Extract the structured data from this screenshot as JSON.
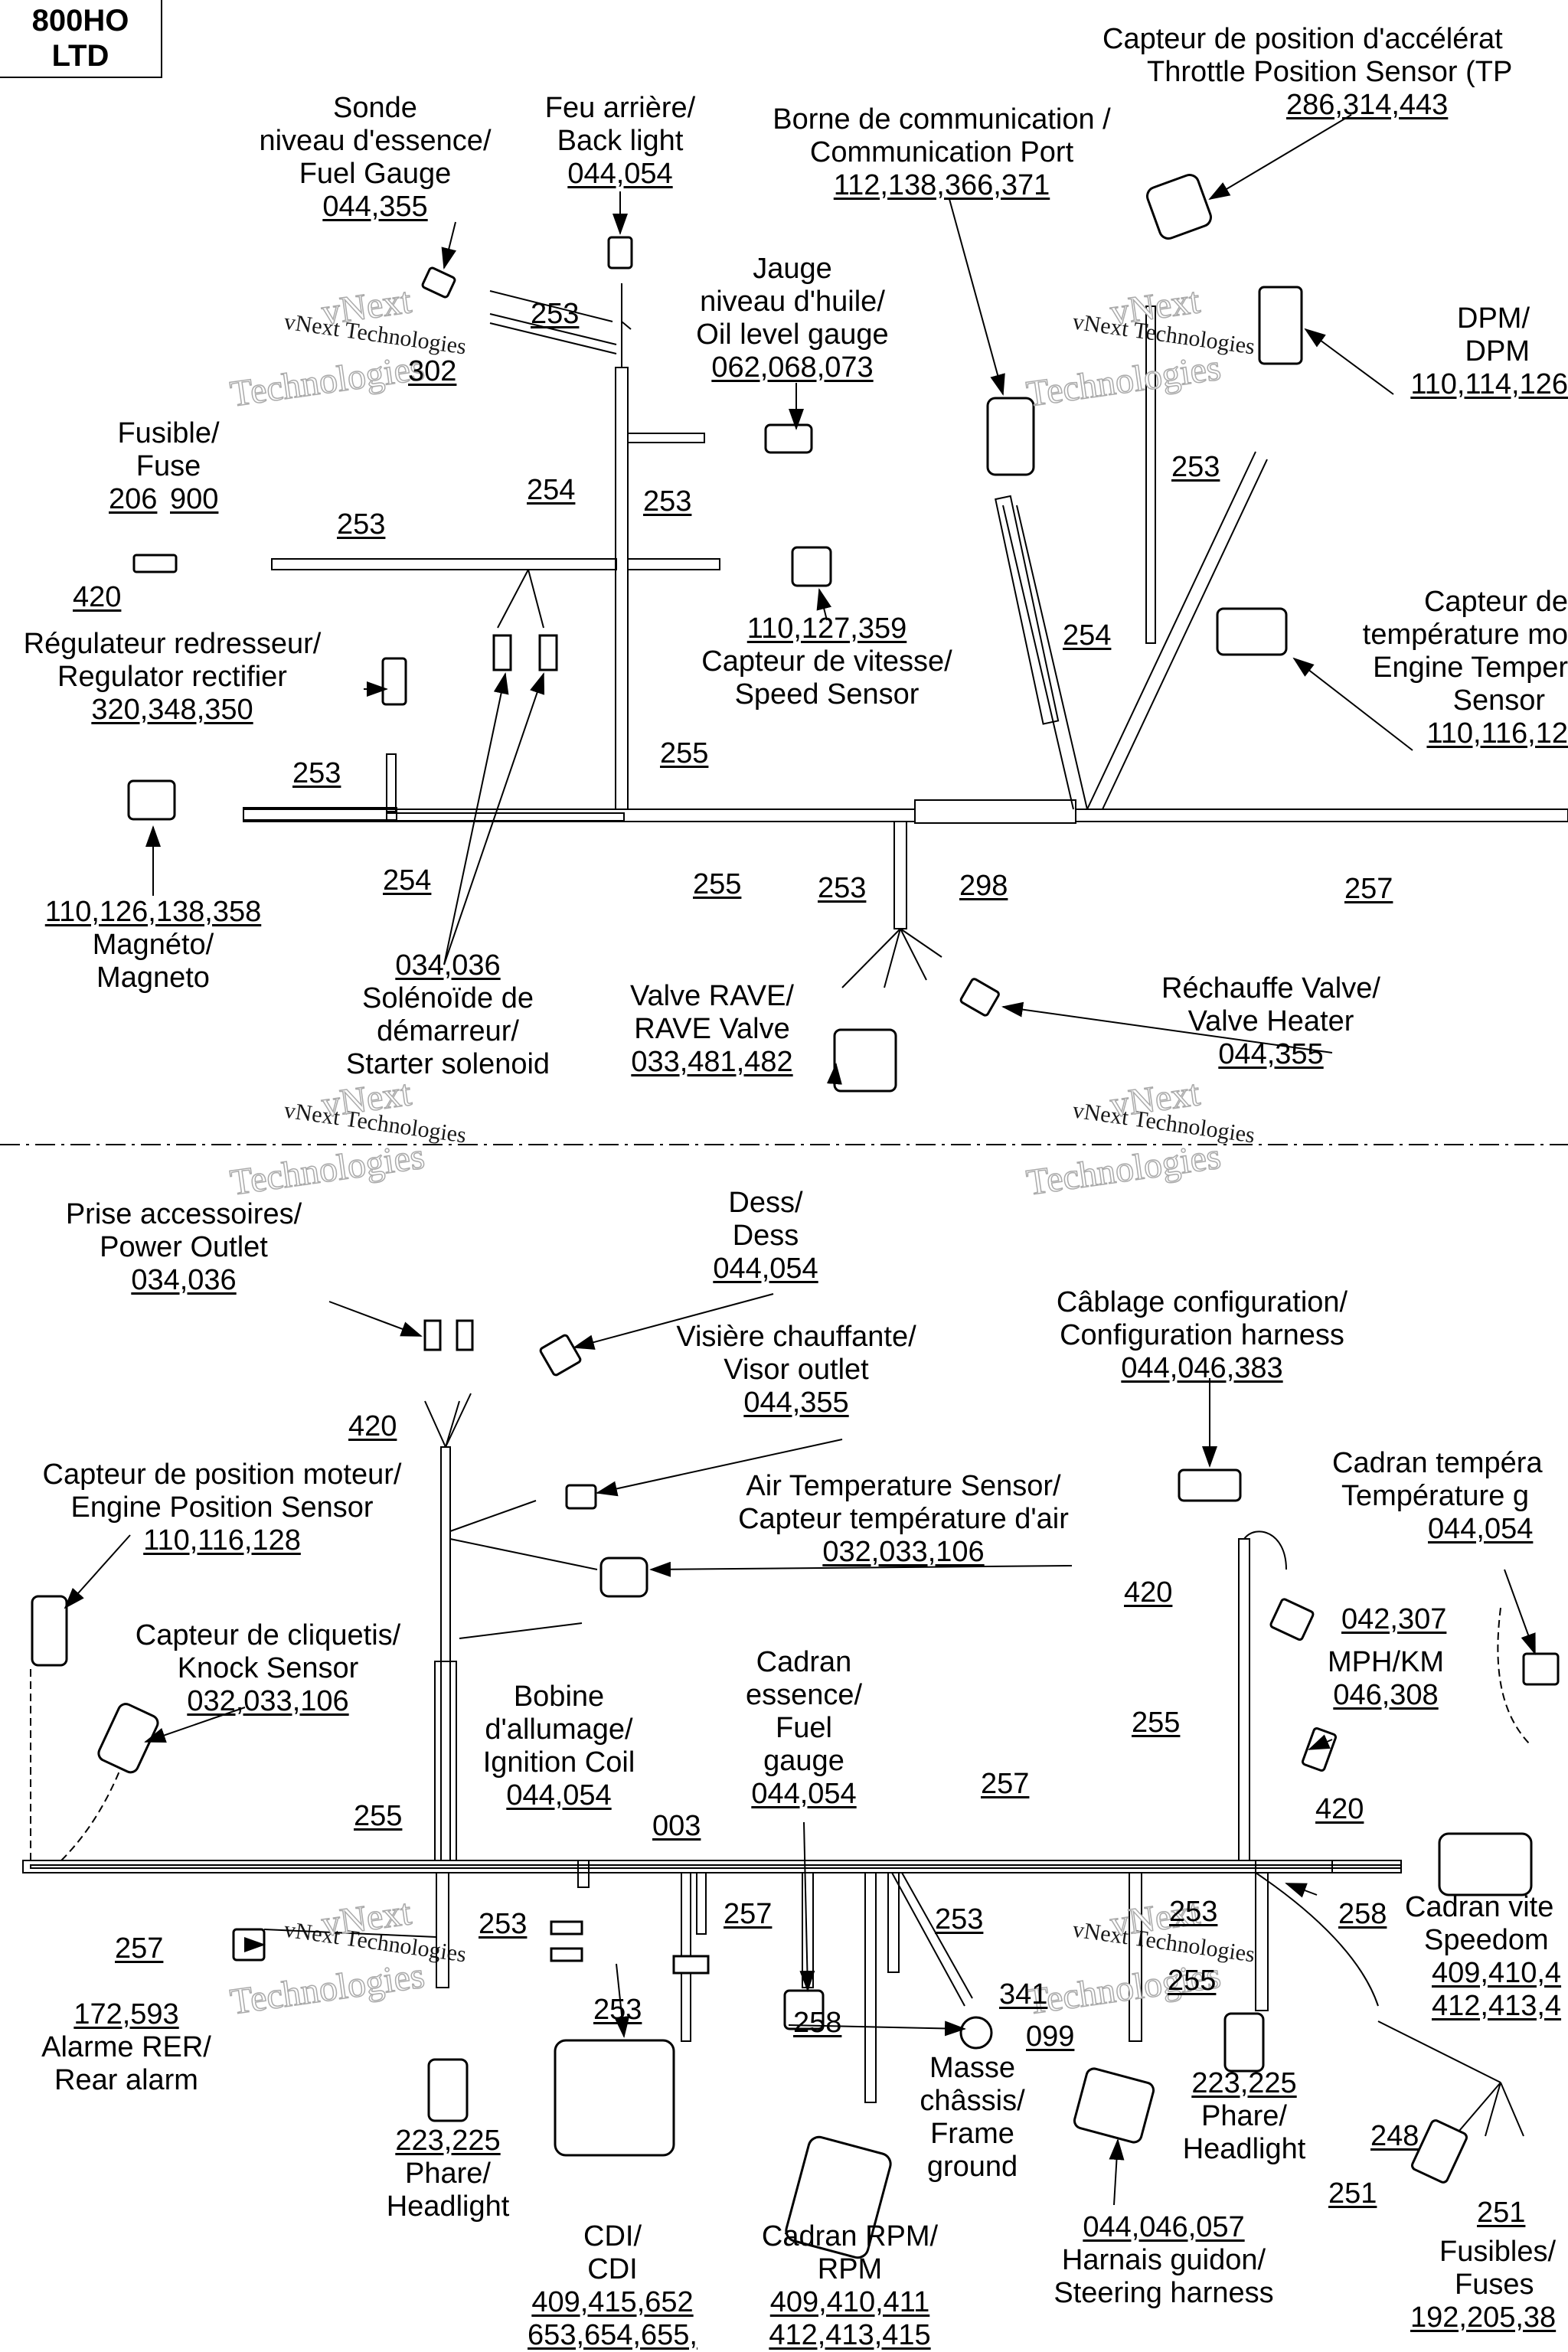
{
  "model": [
    "800HO",
    "LTD"
  ],
  "watermark": {
    "line1": "vNext Technologies",
    "line2a": "vNext",
    "line2b": "Technologies"
  },
  "connectors": [
    {
      "id": "fuel-gauge-sensor",
      "lines": [
        "Sonde",
        "niveau d'essence/",
        "Fuel Gauge"
      ],
      "code": "044,355"
    },
    {
      "id": "back-light",
      "lines": [
        "Feu arrière/",
        "Back light"
      ],
      "code": "044,054"
    },
    {
      "id": "communication-port",
      "lines": [
        "Borne de communication /",
        "Communication Port"
      ],
      "code": "112,138,366,371"
    },
    {
      "id": "throttle-position-sensor",
      "lines": [
        "Capteur de position d'accélérat",
        "Throttle Position Sensor (TP"
      ],
      "code": "286,314,443"
    },
    {
      "id": "oil-level-gauge",
      "lines": [
        "Jauge",
        "niveau d'huile/",
        "Oil level gauge"
      ],
      "code": "062,068,073"
    },
    {
      "id": "dpm",
      "lines": [
        "DPM/",
        "DPM"
      ],
      "code": "110,114,126"
    },
    {
      "id": "fuse",
      "lines": [
        "Fusible/",
        "Fuse"
      ],
      "code": ""
    },
    {
      "id": "speed-sensor",
      "lines": [
        "Capteur de vitesse/",
        "Speed Sensor"
      ],
      "code": "110,127,359"
    },
    {
      "id": "engine-temp-sensor",
      "lines": [
        "Capteur de",
        "température mo",
        "Engine Temper",
        "Sensor"
      ],
      "code": "110,116,12"
    },
    {
      "id": "regulator-rectifier",
      "lines": [
        "Régulateur redresseur/",
        "Regulator rectifier"
      ],
      "code": "320,348,350"
    },
    {
      "id": "magneto",
      "lines": [
        "Magnéto/",
        "Magneto"
      ],
      "code": "110,126,138,358"
    },
    {
      "id": "starter-solenoid",
      "lines": [
        "Solénoïde de",
        "démarreur/",
        "Starter solenoid"
      ],
      "code": "034,036"
    },
    {
      "id": "rave-valve",
      "lines": [
        "Valve RAVE/",
        "RAVE Valve"
      ],
      "code": "033,481,482"
    },
    {
      "id": "valve-heater",
      "lines": [
        "Réchauffe Valve/",
        "Valve Heater"
      ],
      "code": "044,355"
    },
    {
      "id": "power-outlet",
      "lines": [
        "Prise accessoires/",
        "Power Outlet"
      ],
      "code": "034,036"
    },
    {
      "id": "dess",
      "lines": [
        "Dess/",
        "Dess"
      ],
      "code": "044,054"
    },
    {
      "id": "visor-outlet",
      "lines": [
        "Visière chauffante/",
        "Visor outlet"
      ],
      "code": "044,355"
    },
    {
      "id": "configuration-harness",
      "lines": [
        "Câblage configuration/",
        "Configuration harness"
      ],
      "code": "044,046,383"
    },
    {
      "id": "engine-position-sensor",
      "lines": [
        "Capteur de position moteur/",
        "Engine Position Sensor"
      ],
      "code": "110,116,128"
    },
    {
      "id": "air-temp-sensor",
      "lines": [
        "Air Temperature Sensor/",
        "Capteur température d'air"
      ],
      "code": "032,033,106"
    },
    {
      "id": "temp-gauge",
      "lines": [
        "Cadran tempéra",
        "Température g"
      ],
      "code": "044,054"
    },
    {
      "id": "knock-sensor",
      "lines": [
        "Capteur de cliquetis/",
        "Knock Sensor"
      ],
      "code": "032,033,106"
    },
    {
      "id": "mph-km",
      "lines": [
        "MPH/KM"
      ],
      "code": "046,308"
    },
    {
      "id": "ignition-coil",
      "lines": [
        "Bobine",
        "d'allumage/",
        "Ignition Coil"
      ],
      "code": "044,054"
    },
    {
      "id": "fuel-gauge-dial",
      "lines": [
        "Cadran",
        "essence/",
        "Fuel",
        "gauge"
      ],
      "code": "044,054"
    },
    {
      "id": "speedometer",
      "lines": [
        "Cadran vite",
        "Speedom"
      ],
      "code": "409,410,4",
      "code2": "412,413,4"
    },
    {
      "id": "rear-alarm",
      "lines": [
        "Alarme RER/",
        "Rear alarm"
      ],
      "code": "172,593"
    },
    {
      "id": "frame-ground",
      "lines": [
        "Masse",
        "châssis/",
        "Frame",
        "ground"
      ],
      "code": ""
    },
    {
      "id": "headlight-left",
      "lines": [
        "Phare/",
        "Headlight"
      ],
      "code": "223,225"
    },
    {
      "id": "headlight-right",
      "lines": [
        "Phare/",
        "Headlight"
      ],
      "code": "223,225"
    },
    {
      "id": "cdi",
      "lines": [
        "CDI/",
        "CDI"
      ],
      "code": "409,415,652",
      "code2": "653,654,655,"
    },
    {
      "id": "rpm-gauge",
      "lines": [
        "Cadran RPM/",
        "RPM"
      ],
      "code": "409,410,411",
      "code2": "412,413,415"
    },
    {
      "id": "steering-harness",
      "lines": [
        "Harnais guidon/",
        "Steering harness"
      ],
      "code": "044,046,057"
    },
    {
      "id": "fuses",
      "lines": [
        "Fusibles/",
        "Fuses"
      ],
      "code": "192,205,38"
    }
  ],
  "wire_numbers": [
    "302",
    "253",
    "254",
    "253",
    "206",
    "900",
    "420",
    "253",
    "255",
    "253",
    "254",
    "255",
    "298",
    "257",
    "253",
    "254",
    "420",
    "253",
    "420",
    "255",
    "255",
    "257",
    "003",
    "257",
    "253",
    "253",
    "258",
    "341",
    "099",
    "253",
    "255",
    "258",
    "253",
    "420",
    "042,307",
    "248",
    "251",
    "251",
    "257"
  ]
}
